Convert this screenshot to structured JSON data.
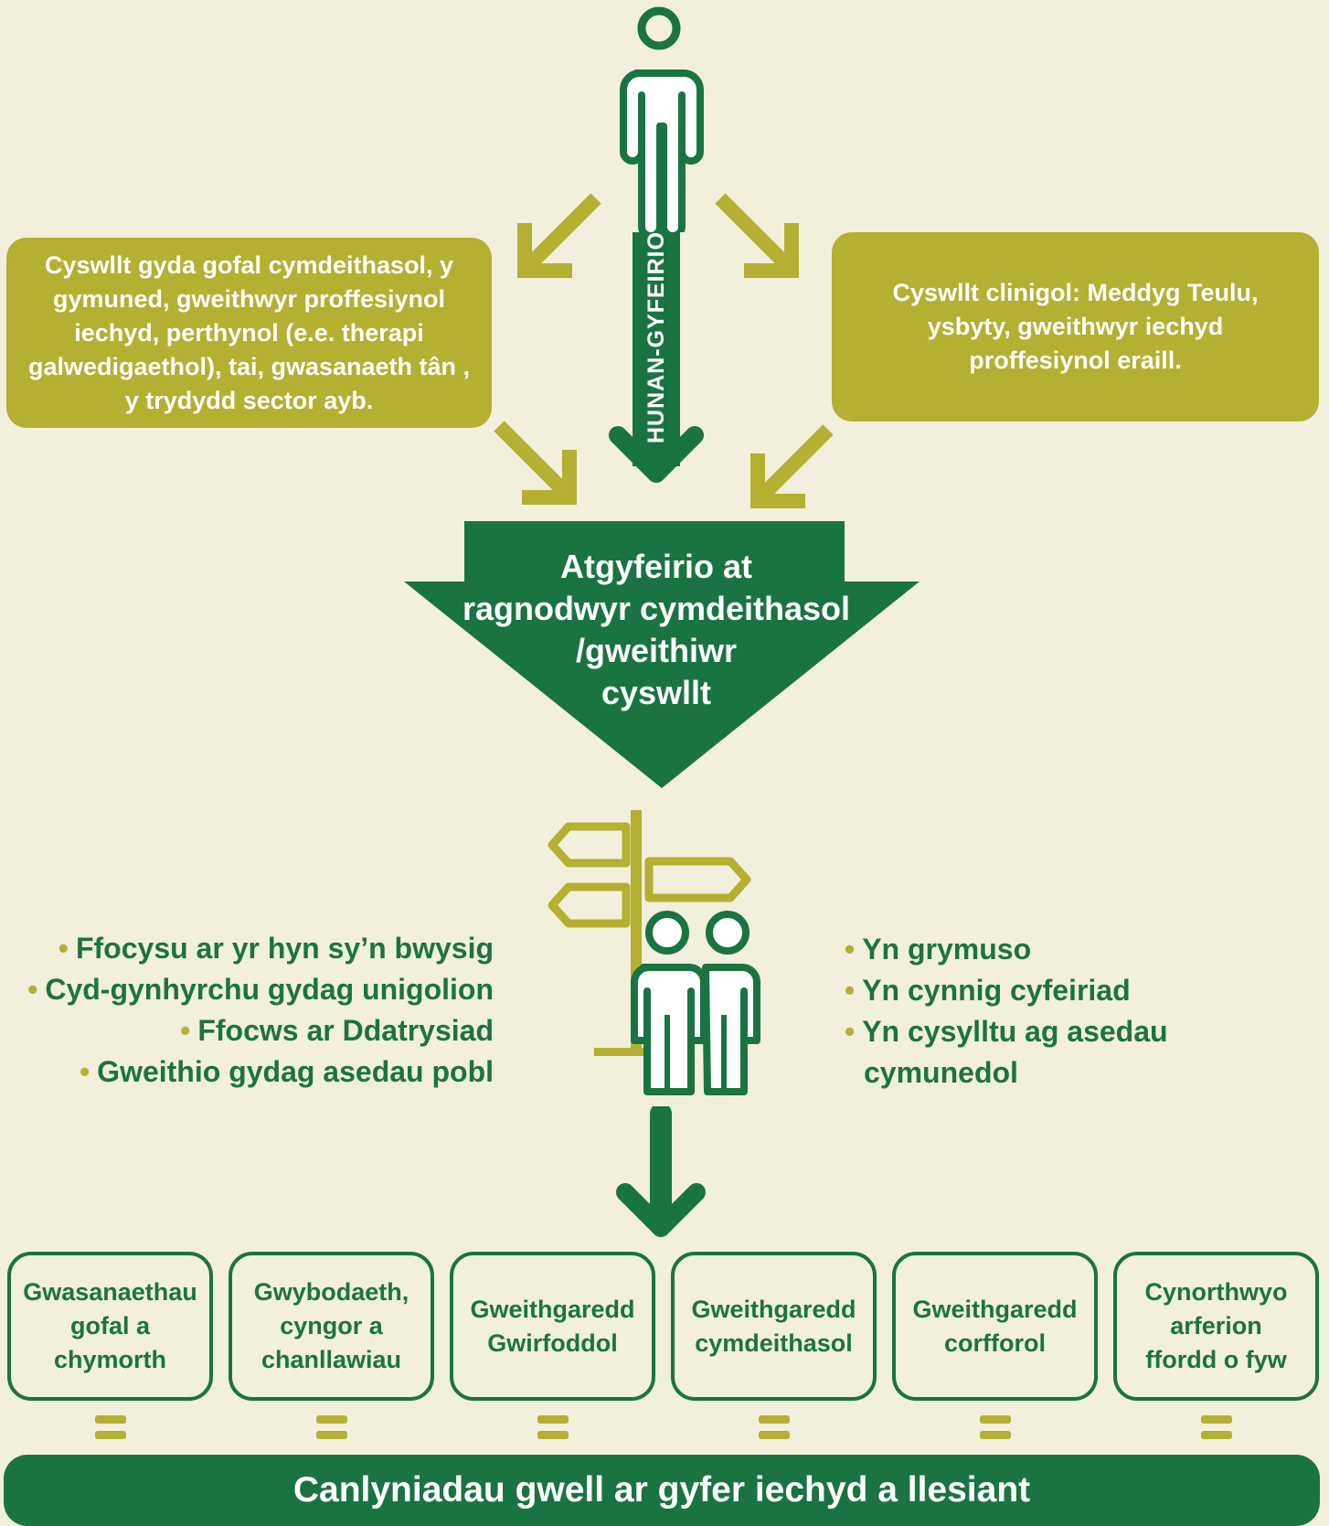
{
  "left_box": "Cyswllt gyda gofal cymdeithasol,  y gymuned,  gweithwyr proffesiynol iechyd, perthynol (e.e. therapi galwedigaethol), tai, gwasanaeth tân , y trydydd sector ayb.",
  "right_box": "Cyswllt clinigol: Meddyg Teulu, ysbyty,  gweithwyr  iechyd proffesiynol eraill.",
  "self_referral": "HUNAN-GYFEIRIO",
  "center_lines": [
    "Atgyfeirio at",
    "ragnodwyr cymdeithasol",
    "/gweithiwr",
    "cyswllt"
  ],
  "left_bullets": [
    "Ffocysu ar yr hyn sy’n bwysig",
    "Cyd-gynhyrchu gydag unigolion",
    "Ffocws ar Ddatrysiad",
    "Gweithio gydag asedau pobl"
  ],
  "right_bullets": [
    "Yn grymuso",
    "Yn cynnig cyfeiriad",
    "Yn cysylltu ag asedau",
    "cymunedol"
  ],
  "outcomes": [
    [
      "Gwasanaethau",
      "gofal a",
      "chymorth"
    ],
    [
      "Gwybodaeth,",
      "cyngor a",
      "chanllawiau"
    ],
    [
      "Gweithgaredd",
      "Gwirfoddol"
    ],
    [
      "Gweithgaredd",
      "cymdeithasol"
    ],
    [
      "Gweithgaredd",
      "corfforol"
    ],
    [
      "Cynorthwyo",
      "arferion",
      "ffordd o fyw"
    ]
  ],
  "result": "Canlyniadau gwell ar gyfer iechyd a llesiant",
  "colors": {
    "green": "#1a7442",
    "olive": "#b3b032",
    "background": "#f3efdd"
  },
  "icons": [
    "person-icon",
    "signpost-icon",
    "two-people-icon",
    "arrow-down-icon",
    "equals-icon"
  ]
}
